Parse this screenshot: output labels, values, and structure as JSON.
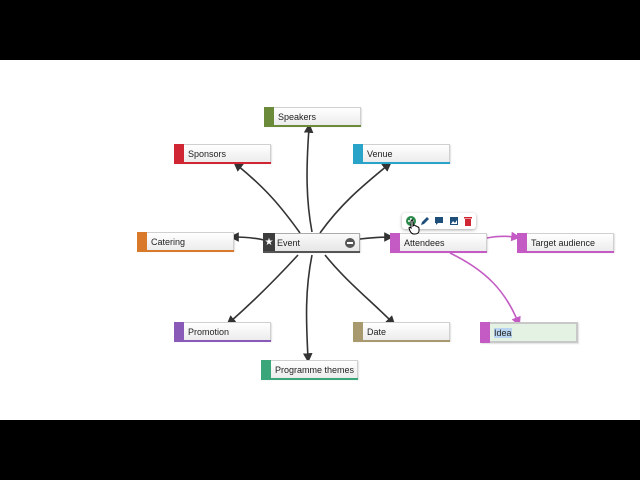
{
  "colors": {
    "background_frame": "#000000",
    "canvas": "#ffffff",
    "link_dark": "#333333",
    "link_magenta": "#c45bc4"
  },
  "root": {
    "label": "Event",
    "icon": "star-icon",
    "collapse_icon": "collapse-minus-icon"
  },
  "nodes": {
    "speakers": {
      "label": "Speakers",
      "color": "#6b8a3a"
    },
    "sponsors": {
      "label": "Sponsors",
      "color": "#d02633"
    },
    "venue": {
      "label": "Venue",
      "color": "#2aa3c9"
    },
    "catering": {
      "label": "Catering",
      "color": "#d97a2a"
    },
    "attendees": {
      "label": "Attendees",
      "color": "#c45bc4"
    },
    "target": {
      "label": "Target audience",
      "color": "#c45bc4"
    },
    "promotion": {
      "label": "Promotion",
      "color": "#8a5ab8"
    },
    "date": {
      "label": "Date",
      "color": "#a89a6e"
    },
    "idea": {
      "label": "Idea",
      "color": "#c45bc4"
    },
    "programme": {
      "label": "Programme themes",
      "color": "#3aa67a"
    }
  },
  "toolbar": {
    "icons": [
      "add-icon",
      "edit-pencil-icon",
      "comment-icon",
      "image-icon",
      "delete-trash-icon"
    ],
    "cursor": "hand-cursor-icon"
  }
}
